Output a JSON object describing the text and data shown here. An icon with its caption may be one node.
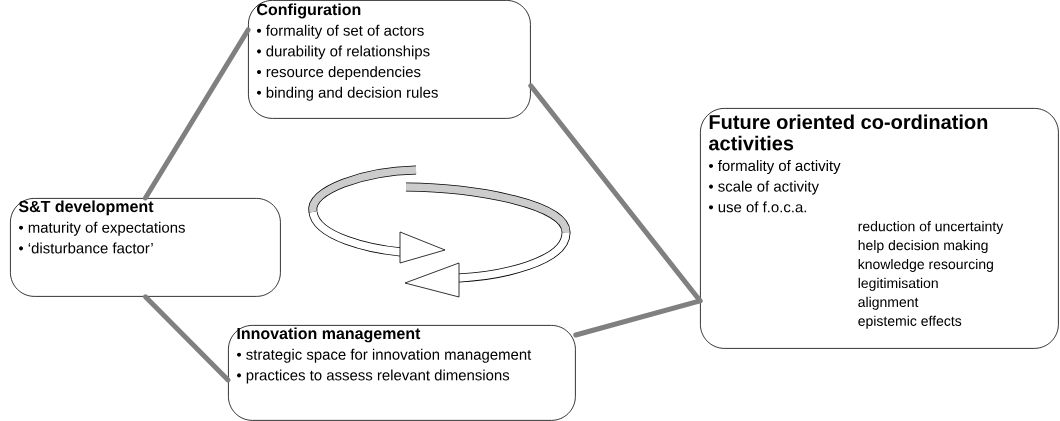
{
  "diagram": {
    "nodes": [
      {
        "text": [
          "Configuration",
          "• formality of set of actors",
          "• durability of relationships",
          "• resource dependencies",
          "• binding and decision rules"
        ]
      },
      {
        "text": [
          "S&T development",
          "• maturity of expectations",
          "• ‘disturbance factor’"
        ]
      },
      {
        "text": [
          "Future oriented co-ordination activities",
          "• formality of activity",
          "• scale of activity",
          "• use of f.o.c.a.",
          "reduction of uncertainty",
          "help decision making",
          "knowledge resourcing",
          "legitimisation",
          "alignment",
          "epistemic effects"
        ]
      },
      {
        "text": [
          "Innovation management",
          "• strategic space for innovation management",
          "• practices to assess relevant dimensions"
        ]
      }
    ],
    "edges": [
      {
        "from": 1,
        "to": 0,
        "arrow": "none"
      },
      {
        "from": 0,
        "to": 2,
        "arrow": "none"
      },
      {
        "from": 1,
        "to": 3,
        "arrow": "none"
      },
      {
        "from": 3,
        "to": 2,
        "arrow": "none"
      }
    ]
  }
}
